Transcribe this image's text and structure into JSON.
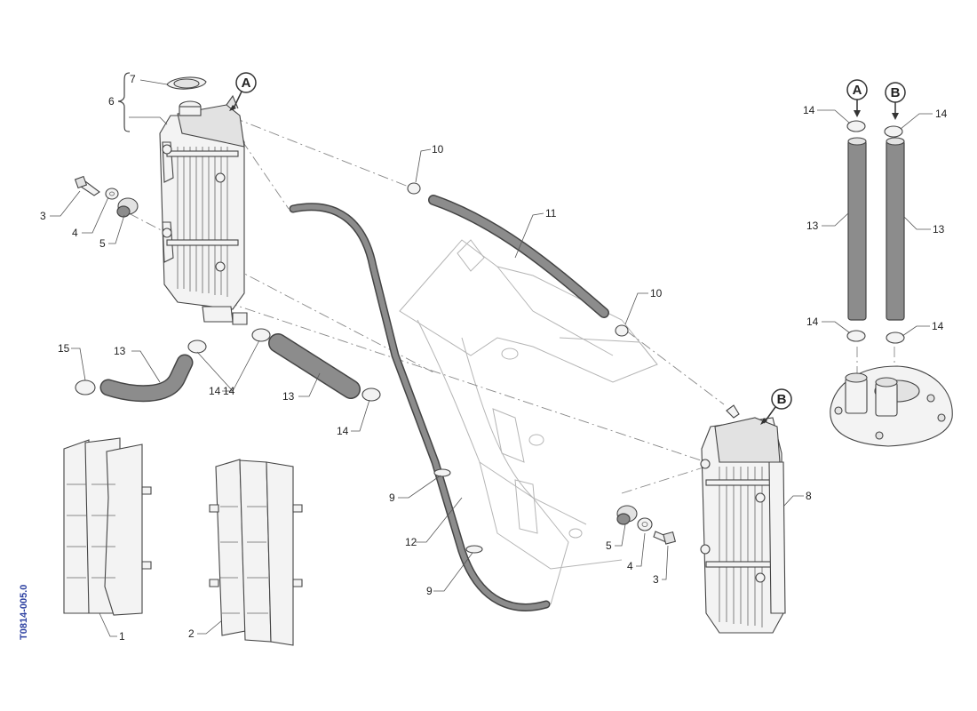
{
  "drawing_code": "T0814-005.0",
  "callouts": {
    "a": "A",
    "b": "B"
  },
  "labels": {
    "p1": "1",
    "p2": "2",
    "p3_left": "3",
    "p3_right": "3",
    "p4_left": "4",
    "p4_right": "4",
    "p5_left": "5",
    "p5_right": "5",
    "p6": "6",
    "p7": "7",
    "p8": "8",
    "p9_upper": "9",
    "p9_lower": "9",
    "p10_upper": "10",
    "p10_lower": "10",
    "p11": "11",
    "p12": "12",
    "p13_bent": "13",
    "p13_straight": "13",
    "p13_right_a": "13",
    "p13_right_b": "13",
    "p14_mid_a": "14",
    "p14_mid_b": "14",
    "p14_ra_top": "14",
    "p14_rb_top": "14",
    "p14_ra_bottom": "14",
    "p14_rb_bottom": "14",
    "p15": "15"
  },
  "colors": {
    "line": "#444444",
    "hose": "#8c8c8c",
    "frame": "#b5b5b5",
    "code": "#2b3fa0"
  }
}
